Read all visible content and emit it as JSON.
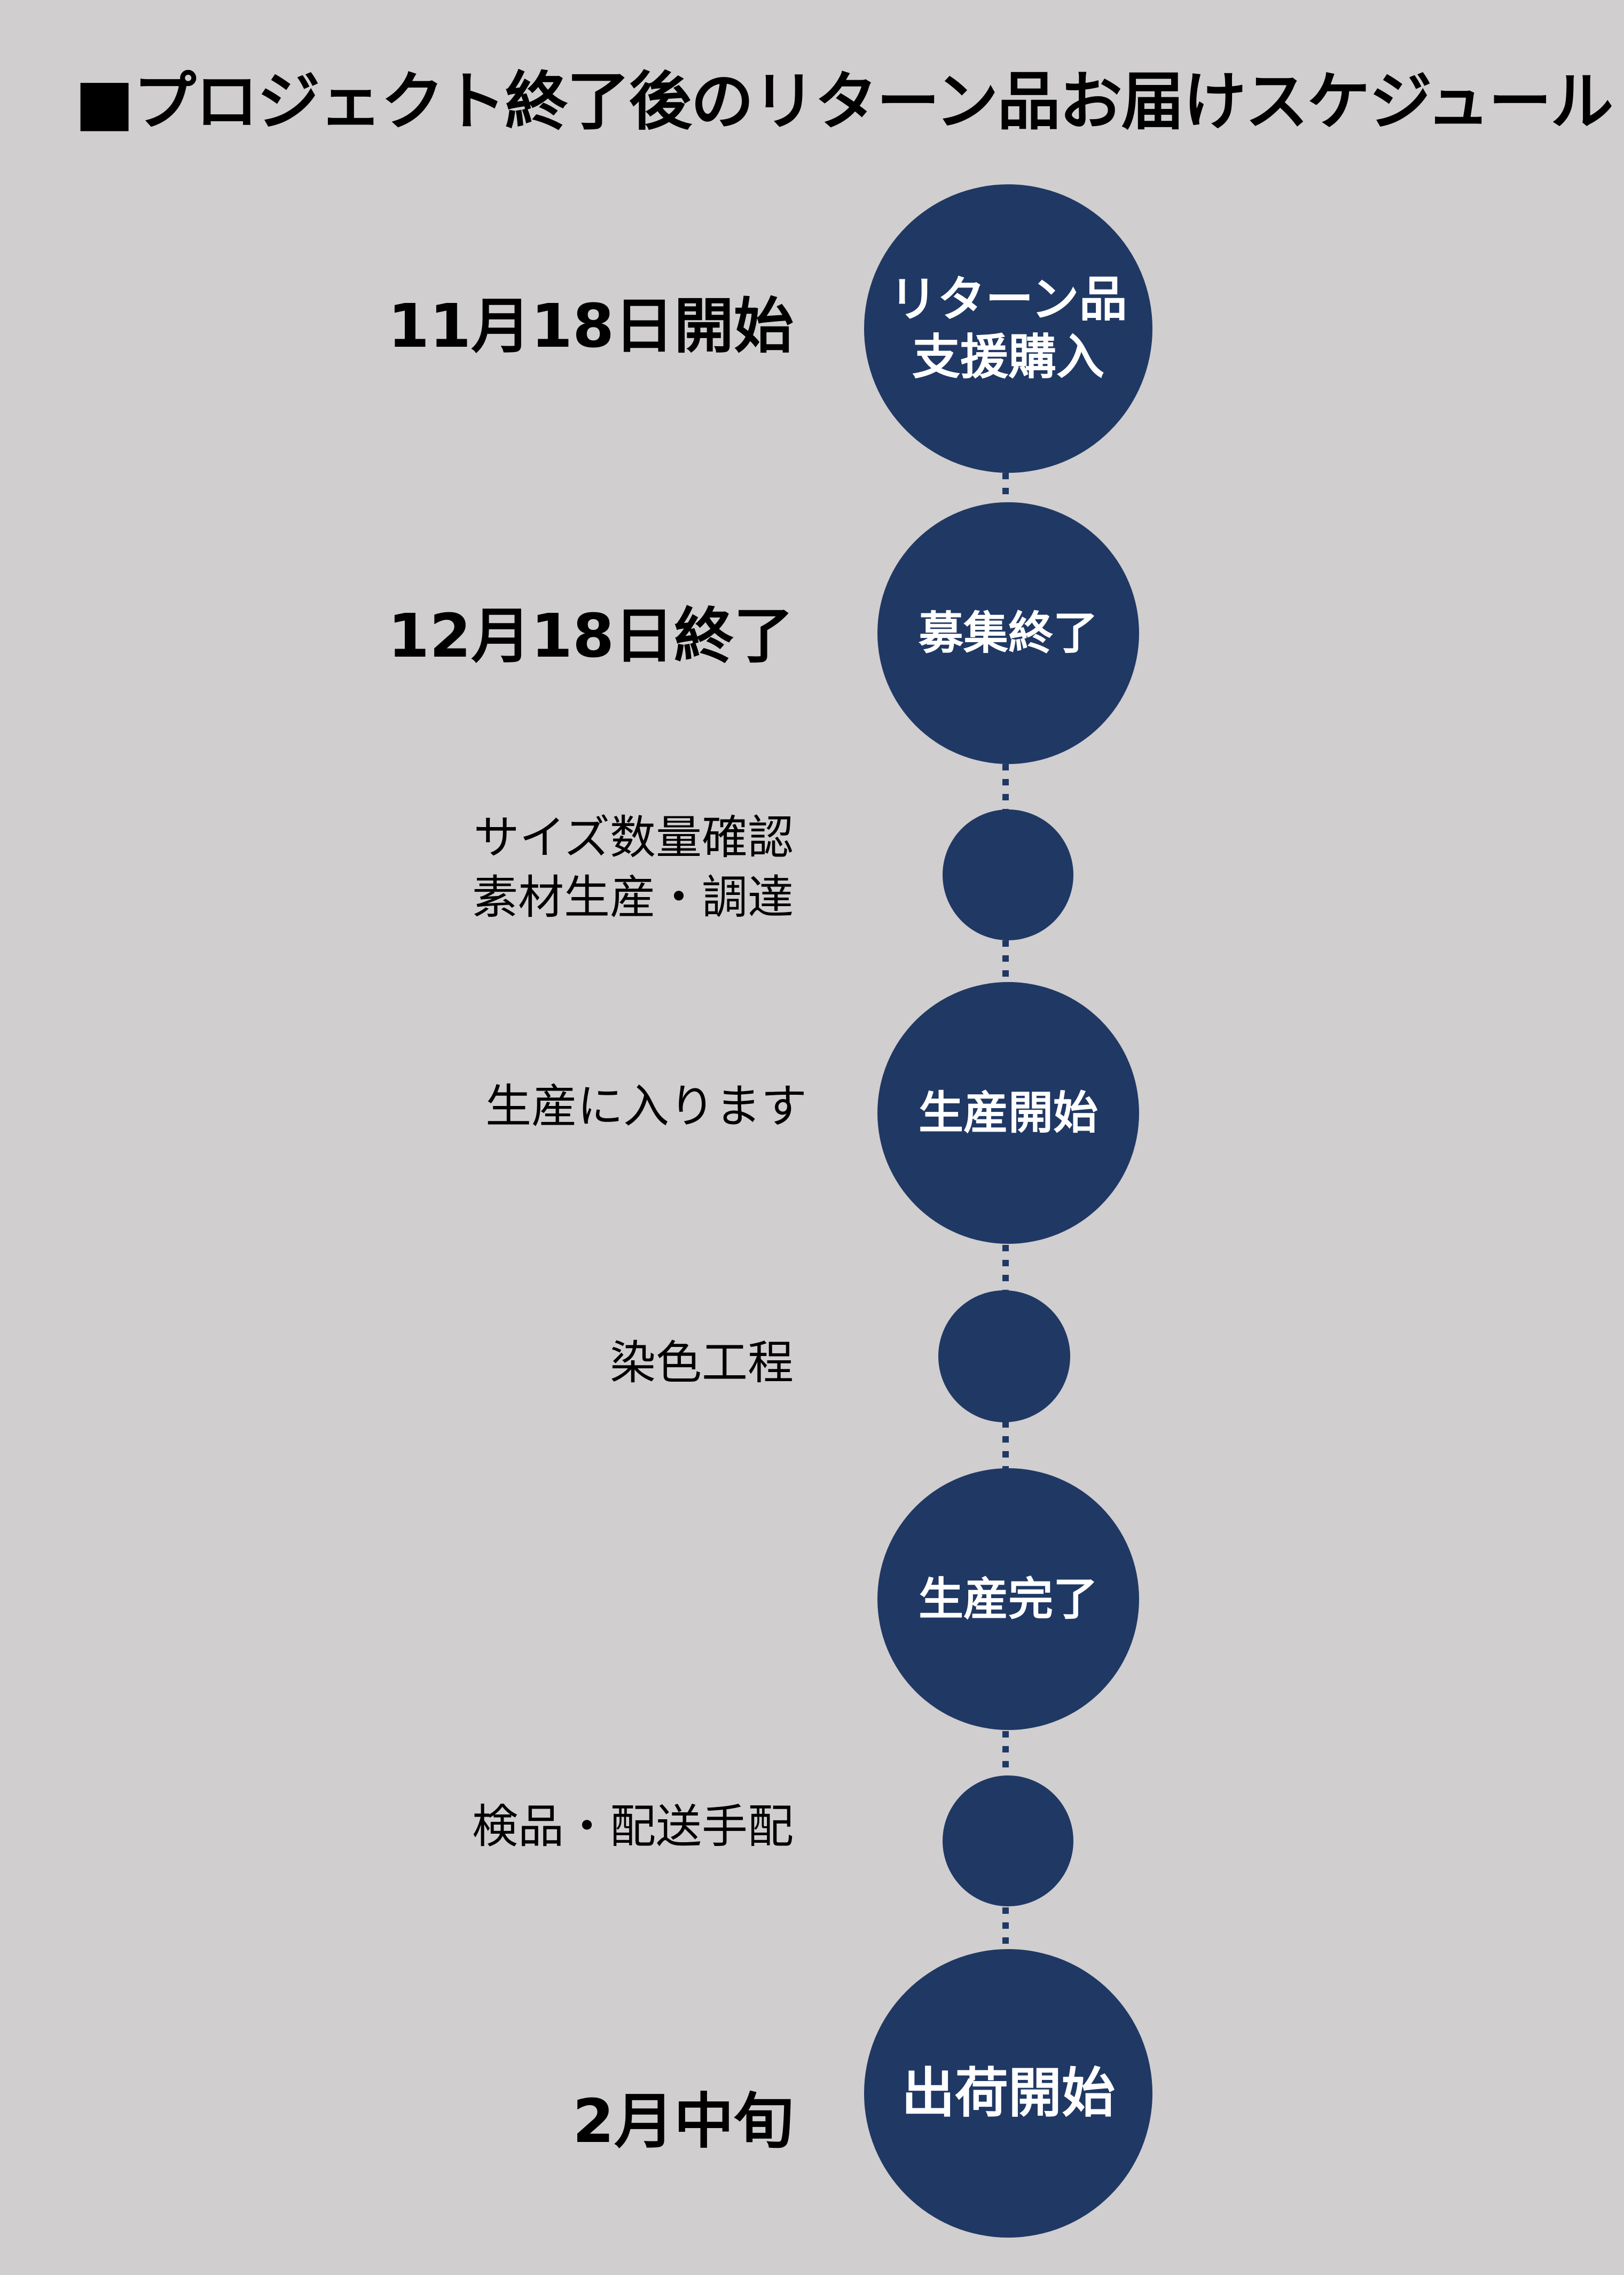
{
  "title": "■プロジェクト終了後のリターン品お届けスケジュール",
  "colors": {
    "background": "#d0cecf",
    "node": "#203864",
    "node_text": "#ffffff",
    "label_text": "#000000"
  },
  "timeline": [
    {
      "node_line1": "リターン品",
      "node_line2": "支援購入",
      "label": "11月18日開始",
      "label_style": "bold"
    },
    {
      "node_line1": "募集終了",
      "label": "12月18日終了",
      "label_style": "bold"
    },
    {
      "node_line1": "",
      "label_line1": "サイズ数量確認",
      "label_line2": "素材生産・調達",
      "label_style": "regular"
    },
    {
      "node_line1": "生産開始",
      "label": "生産に入ります",
      "label_style": "regular"
    },
    {
      "node_line1": "",
      "label": "染色工程",
      "label_style": "regular"
    },
    {
      "node_line1": "生産完了",
      "label": "",
      "label_style": "regular"
    },
    {
      "node_line1": "",
      "label": "検品・配送手配",
      "label_style": "regular"
    },
    {
      "node_line1": "出荷開始",
      "label": "2月中旬",
      "label_style": "bold"
    }
  ]
}
